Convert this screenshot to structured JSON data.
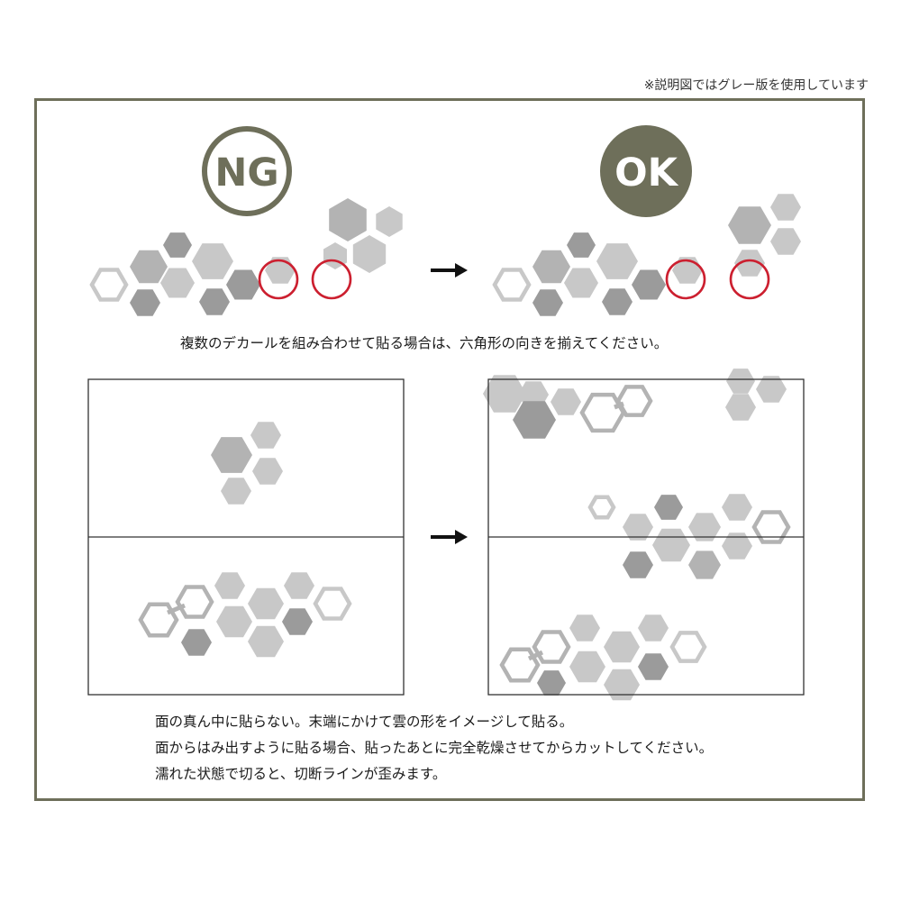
{
  "note": "※説明図ではグレー版を使用しています",
  "badges": {
    "ng": "NG",
    "ok": "OK"
  },
  "colors": {
    "frame": "#6e6f5a",
    "badge": "#6e6f5a",
    "dark_gray": "#9b9b9b",
    "mid_gray": "#b3b3b3",
    "light_gray": "#c8c8c8",
    "highlight_circle": "#cc1f2f",
    "arrow": "#111111",
    "panel_border": "#333333"
  },
  "captions": {
    "top": "複数のデカールを組み合わせて貼る場合は、六角形の向きを揃えてください。",
    "bottom_1": "面の真ん中に貼らない。末端にかけて雲の形をイメージして貼る。",
    "bottom_2": "面からはみ出すように貼る場合、貼ったあとに完全乾燥させてからカットしてください。",
    "bottom_3": "濡れた状態で切ると、切断ラインが歪みます。"
  }
}
